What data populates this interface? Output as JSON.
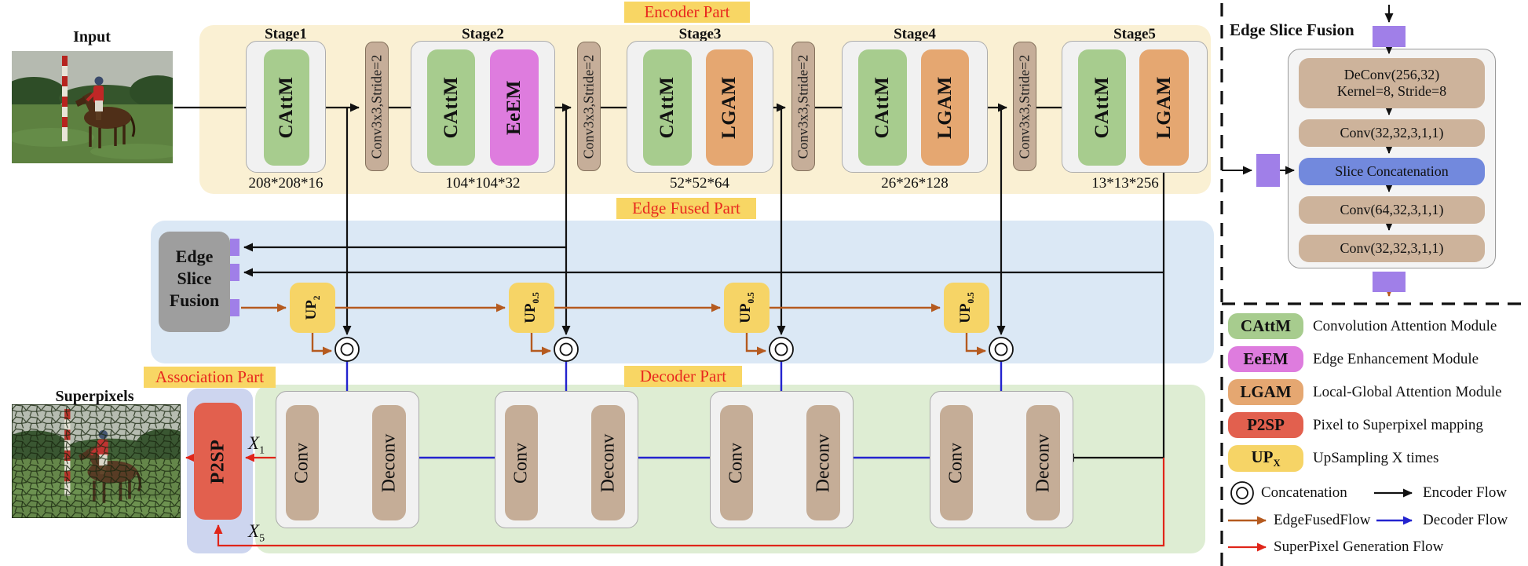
{
  "badges": {
    "encoder": "Encoder Part",
    "edge_fused": "Edge Fused Part",
    "association": "Association Part",
    "decoder": "Decoder Part"
  },
  "input_label": "Input",
  "superpixels_label": "Superpixels",
  "encoder": {
    "downsample": "Conv3x3,Stride=2",
    "stages": [
      {
        "name": "Stage1",
        "dim": "208*208*16",
        "m1": "CAttM"
      },
      {
        "name": "Stage2",
        "dim": "104*104*32",
        "m1": "CAttM",
        "m2": "EeEM"
      },
      {
        "name": "Stage3",
        "dim": "52*52*64",
        "m1": "CAttM",
        "m2": "LGAM"
      },
      {
        "name": "Stage4",
        "dim": "26*26*128",
        "m1": "CAttM",
        "m2": "LGAM"
      },
      {
        "name": "Stage5",
        "dim": "13*13*256",
        "m1": "CAttM",
        "m2": "LGAM"
      }
    ]
  },
  "edge_slice_fusion_box": {
    "line1": "Edge",
    "line2": "Slice",
    "line3": "Fusion"
  },
  "up_boxes": [
    {
      "base": "UP",
      "sub": "2"
    },
    {
      "base": "UP",
      "sub": "0.5"
    },
    {
      "base": "UP",
      "sub": "0.5"
    },
    {
      "base": "UP",
      "sub": "0.5"
    }
  ],
  "decoder_blocks": {
    "conv": "Conv",
    "deconv": "Deconv"
  },
  "p2sp": "P2SP",
  "x_labels": {
    "x1_base": "X",
    "x1_sub": "1",
    "x5_base": "X",
    "x5_sub": "5"
  },
  "esf_panel": {
    "title": "Edge Slice Fusion",
    "row1a": "DeConv(256,32)",
    "row1b": "Kernel=8, Stride=8",
    "row2": "Conv(32,32,3,1,1)",
    "row3": "Slice Concatenation",
    "row4": "Conv(64,32,3,1,1)",
    "row5": "Conv(32,32,3,1,1)"
  },
  "legend": {
    "modules": [
      {
        "badge": "CAttM",
        "desc": "Convolution Attention Module"
      },
      {
        "badge": "EeEM",
        "desc": "Edge Enhancement Module"
      },
      {
        "badge": "LGAM",
        "desc": "Local-Global Attention Module"
      },
      {
        "badge": "P2SP",
        "desc": "Pixel to Superpixel mapping"
      }
    ],
    "up_badge": {
      "base": "UP",
      "sub": "X"
    },
    "up_desc": "UpSampling X times",
    "concat": "Concatenation",
    "encoder_flow": "Encoder Flow",
    "edge_fused_flow": "EdgeFusedFlow",
    "decoder_flow": "Decoder Flow",
    "superpixel_flow": "SuperPixel Generation Flow"
  },
  "colors": {
    "encoder_panel": "#faf0d3",
    "edge_panel": "#dbe8f5",
    "decoder_panel": "#deedd3",
    "association_panel": "#cdd5ef",
    "cattm_green": "#a7cc8e",
    "eeem_magenta": "#de7cde",
    "lgam_orange": "#e5a771",
    "conv_tan": "#c6ae99",
    "up_yellow": "#f6d466",
    "p2sp_red": "#e2604e",
    "slice_blue": "#7289dd",
    "connector_purple": "#a07fe8",
    "badge_yellow": "#f8d664",
    "badge_text_red": "#e8281e",
    "flow_black": "#111111",
    "flow_orange": "#b55a1f",
    "flow_blue": "#2323cf",
    "flow_red": "#e02519"
  }
}
